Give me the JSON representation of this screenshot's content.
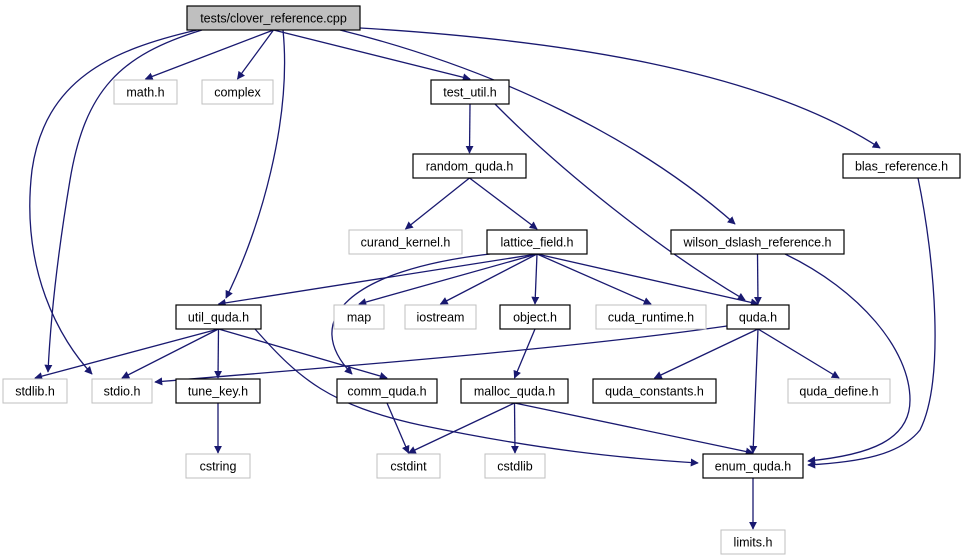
{
  "diagram": {
    "root": "tests/clover_reference.cpp",
    "nodes": [
      {
        "id": "clover_reference_cpp",
        "label": "tests/clover_reference.cpp",
        "kind": "root"
      },
      {
        "id": "math_h",
        "label": "math.h",
        "kind": "system"
      },
      {
        "id": "complex",
        "label": "complex",
        "kind": "system"
      },
      {
        "id": "test_util_h",
        "label": "test_util.h",
        "kind": "local"
      },
      {
        "id": "blas_reference_h",
        "label": "blas_reference.h",
        "kind": "local"
      },
      {
        "id": "random_quda_h",
        "label": "random_quda.h",
        "kind": "local"
      },
      {
        "id": "curand_kernel_h",
        "label": "curand_kernel.h",
        "kind": "system"
      },
      {
        "id": "lattice_field_h",
        "label": "lattice_field.h",
        "kind": "local"
      },
      {
        "id": "wilson_dslash_reference_h",
        "label": "wilson_dslash_reference.h",
        "kind": "local"
      },
      {
        "id": "util_quda_h",
        "label": "util_quda.h",
        "kind": "local"
      },
      {
        "id": "map",
        "label": "map",
        "kind": "system"
      },
      {
        "id": "iostream",
        "label": "iostream",
        "kind": "system"
      },
      {
        "id": "object_h",
        "label": "object.h",
        "kind": "local"
      },
      {
        "id": "cuda_runtime_h",
        "label": "cuda_runtime.h",
        "kind": "system"
      },
      {
        "id": "quda_h",
        "label": "quda.h",
        "kind": "local"
      },
      {
        "id": "stdlib_h",
        "label": "stdlib.h",
        "kind": "system"
      },
      {
        "id": "stdio_h",
        "label": "stdio.h",
        "kind": "system"
      },
      {
        "id": "tune_key_h",
        "label": "tune_key.h",
        "kind": "local"
      },
      {
        "id": "comm_quda_h",
        "label": "comm_quda.h",
        "kind": "local"
      },
      {
        "id": "malloc_quda_h",
        "label": "malloc_quda.h",
        "kind": "local"
      },
      {
        "id": "quda_constants_h",
        "label": "quda_constants.h",
        "kind": "local"
      },
      {
        "id": "quda_define_h",
        "label": "quda_define.h",
        "kind": "system"
      },
      {
        "id": "cstring",
        "label": "cstring",
        "kind": "system"
      },
      {
        "id": "cstdint",
        "label": "cstdint",
        "kind": "system"
      },
      {
        "id": "cstdlib",
        "label": "cstdlib",
        "kind": "system"
      },
      {
        "id": "enum_quda_h",
        "label": "enum_quda.h",
        "kind": "local"
      },
      {
        "id": "limits_h",
        "label": "limits.h",
        "kind": "system"
      }
    ],
    "edges": [
      {
        "from": "clover_reference_cpp",
        "to": "math_h"
      },
      {
        "from": "clover_reference_cpp",
        "to": "complex"
      },
      {
        "from": "clover_reference_cpp",
        "to": "test_util_h"
      },
      {
        "from": "clover_reference_cpp",
        "to": "blas_reference_h"
      },
      {
        "from": "clover_reference_cpp",
        "to": "wilson_dslash_reference_h"
      },
      {
        "from": "clover_reference_cpp",
        "to": "util_quda_h"
      },
      {
        "from": "clover_reference_cpp",
        "to": "stdlib_h"
      },
      {
        "from": "clover_reference_cpp",
        "to": "stdio_h"
      },
      {
        "from": "test_util_h",
        "to": "random_quda_h"
      },
      {
        "from": "test_util_h",
        "to": "quda_h"
      },
      {
        "from": "random_quda_h",
        "to": "curand_kernel_h"
      },
      {
        "from": "random_quda_h",
        "to": "lattice_field_h"
      },
      {
        "from": "lattice_field_h",
        "to": "util_quda_h"
      },
      {
        "from": "lattice_field_h",
        "to": "map"
      },
      {
        "from": "lattice_field_h",
        "to": "iostream"
      },
      {
        "from": "lattice_field_h",
        "to": "object_h"
      },
      {
        "from": "lattice_field_h",
        "to": "cuda_runtime_h"
      },
      {
        "from": "lattice_field_h",
        "to": "quda_h"
      },
      {
        "from": "lattice_field_h",
        "to": "comm_quda_h"
      },
      {
        "from": "wilson_dslash_reference_h",
        "to": "quda_h"
      },
      {
        "from": "wilson_dslash_reference_h",
        "to": "enum_quda_h"
      },
      {
        "from": "blas_reference_h",
        "to": "enum_quda_h"
      },
      {
        "from": "util_quda_h",
        "to": "stdlib_h"
      },
      {
        "from": "util_quda_h",
        "to": "stdio_h"
      },
      {
        "from": "util_quda_h",
        "to": "tune_key_h"
      },
      {
        "from": "util_quda_h",
        "to": "comm_quda_h"
      },
      {
        "from": "util_quda_h",
        "to": "enum_quda_h"
      },
      {
        "from": "object_h",
        "to": "malloc_quda_h"
      },
      {
        "from": "quda_h",
        "to": "stdio_h"
      },
      {
        "from": "quda_h",
        "to": "quda_constants_h"
      },
      {
        "from": "quda_h",
        "to": "quda_define_h"
      },
      {
        "from": "quda_h",
        "to": "enum_quda_h"
      },
      {
        "from": "tune_key_h",
        "to": "cstring"
      },
      {
        "from": "comm_quda_h",
        "to": "cstdint"
      },
      {
        "from": "malloc_quda_h",
        "to": "cstdint"
      },
      {
        "from": "malloc_quda_h",
        "to": "cstdlib"
      },
      {
        "from": "malloc_quda_h",
        "to": "enum_quda_h"
      },
      {
        "from": "enum_quda_h",
        "to": "limits_h"
      }
    ],
    "colors": {
      "edge": "#191970",
      "root_fill": "#bfbfbf",
      "local_border": "#000000",
      "system_border": "#bfbfbf"
    }
  }
}
